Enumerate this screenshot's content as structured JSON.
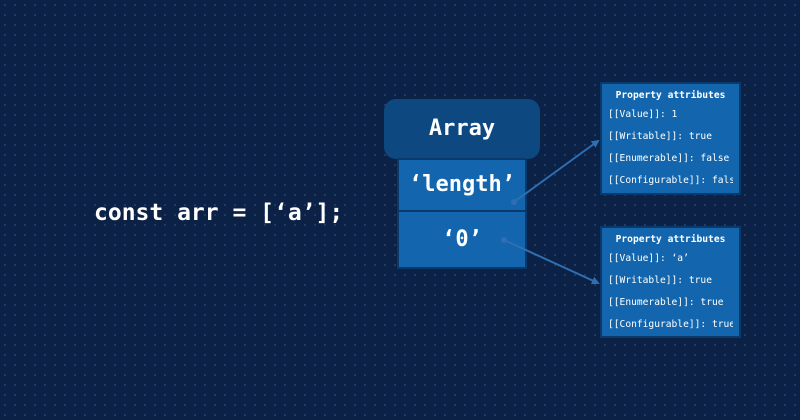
{
  "code": "const arr = [‘a’];",
  "array": {
    "header": "Array",
    "cells": [
      "‘length’",
      "‘0’"
    ]
  },
  "attribute_boxes": [
    {
      "title": "Property attributes",
      "rows": [
        "[[Value]]: 1",
        "[[Writable]]: true",
        "[[Enumerable]]: false",
        "[[Configurable]]: false"
      ]
    },
    {
      "title": "Property attributes",
      "rows": [
        "[[Value]]: ‘a’",
        "[[Writable]]: true",
        "[[Enumerable]]: true",
        "[[Configurable]]: true"
      ]
    }
  ],
  "colors": {
    "background": "#0b2146",
    "array_header": "#0d4880",
    "cell_fill": "#1366ae",
    "border": "#0b3a6a",
    "arrow": "#2f6fb1"
  }
}
